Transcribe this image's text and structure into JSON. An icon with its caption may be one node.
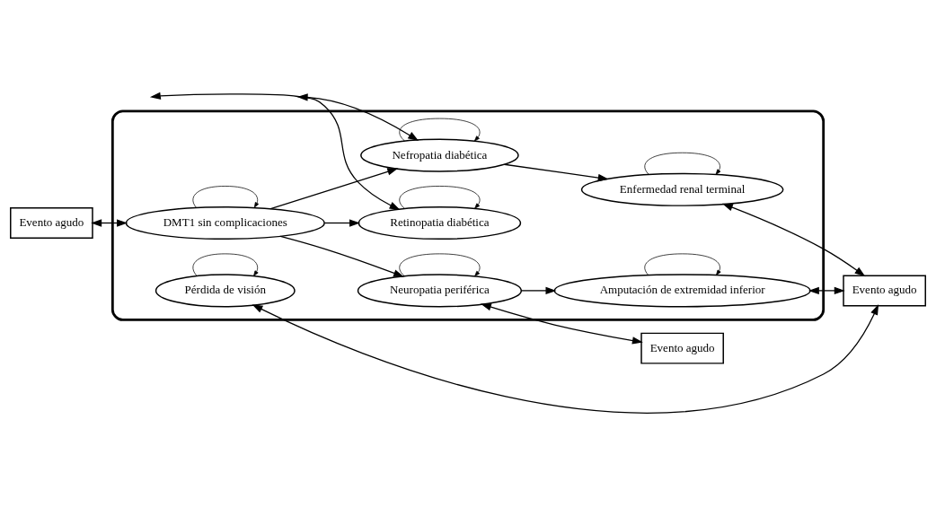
{
  "diagram": {
    "nodes": [
      {
        "text": [],
        "shape": "ellipse"
      },
      {
        "text": [
          "Evento agudo"
        ]
      },
      {
        "text": [
          "Retinopatia diabética"
        ],
        "in": 0
      },
      {
        "text": [
          "Pérdida de visión"
        ],
        "in": 0
      },
      {
        "text": [
          "DMT1 sin complicaciones"
        ],
        "in": 0
      },
      {
        "text": [
          "Nefropatia diabética"
        ],
        "in": 0
      },
      {
        "text": [
          "Enfermedad renal terminal"
        ],
        "in": 0
      },
      {
        "text": [
          "Evento agudo"
        ]
      },
      {
        "text": [
          "Neuropatia periférica"
        ],
        "in": 0
      },
      {
        "text": [
          "Amputación de extremidad inferior"
        ],
        "in": 0
      },
      {
        "text": [
          "Evento agudo"
        ]
      }
    ],
    "edges": [
      {
        "from": 0,
        "to": 2,
        "arrow": "both"
      },
      {
        "from": 2,
        "to": 2,
        "arrow": "to"
      },
      {
        "from": 3,
        "to": 3,
        "arrow": "to"
      },
      {
        "from": 4,
        "to": 4,
        "arrow": "to"
      },
      {
        "from": 1,
        "to": 4,
        "arrow": "both"
      },
      {
        "from": 4,
        "to": 2,
        "arrow": "to"
      },
      {
        "from": 4,
        "to": 5,
        "arrow": "to"
      },
      {
        "from": 4,
        "to": 8,
        "arrow": "to"
      },
      {
        "from": 5,
        "to": 5,
        "arrow": "to"
      },
      {
        "from": 6,
        "to": 6,
        "arrow": "to"
      },
      {
        "from": 5,
        "to": 6,
        "arrow": "to"
      },
      {
        "from": 3,
        "to": 7,
        "arrow": "both"
      },
      {
        "from": 6,
        "to": 7,
        "arrow": "both"
      },
      {
        "from": 9,
        "to": 7,
        "arrow": "both"
      },
      {
        "from": 8,
        "to": 8,
        "arrow": "to"
      },
      {
        "from": 9,
        "to": 9,
        "arrow": "to"
      },
      {
        "from": 8,
        "to": 9,
        "arrow": "to"
      },
      {
        "from": 0,
        "to": 5,
        "arrow": "both"
      },
      {
        "from": 8,
        "to": 10,
        "arrow": "both"
      }
    ]
  }
}
